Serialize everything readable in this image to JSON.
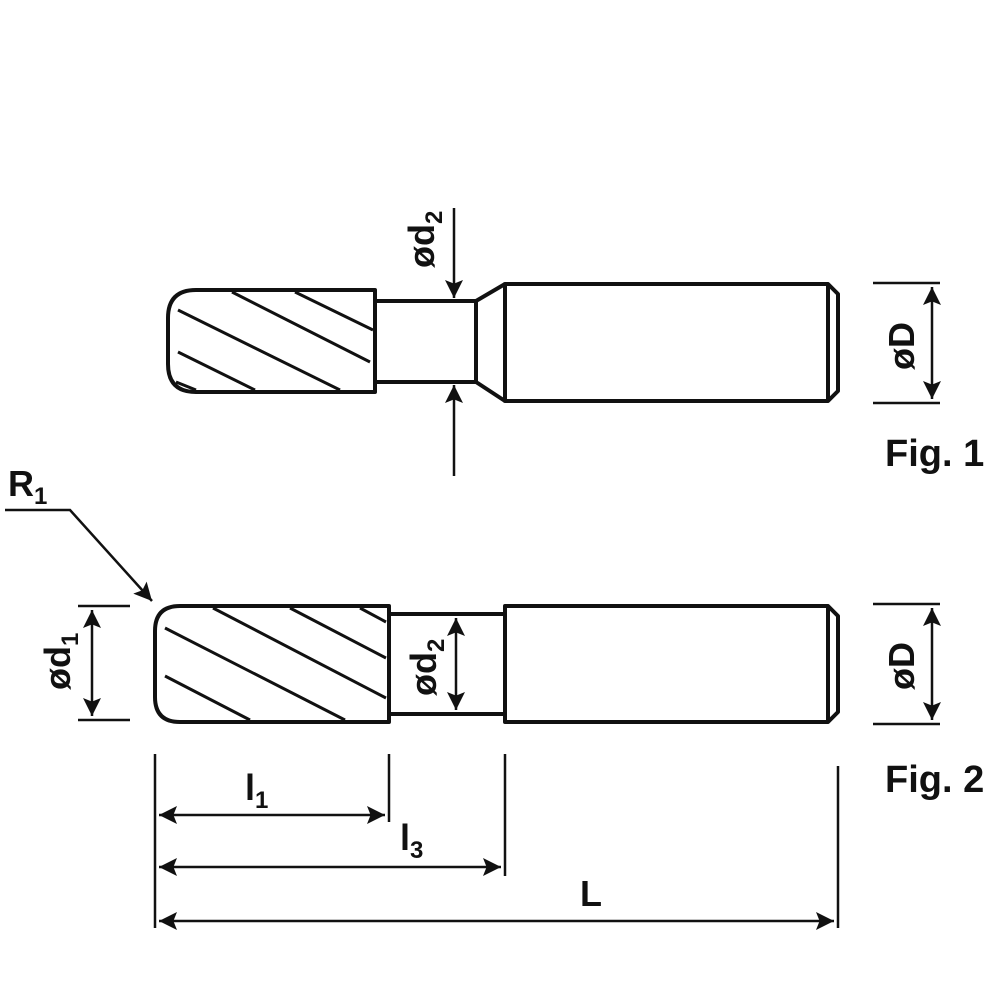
{
  "figures": [
    {
      "caption": "Fig. 1",
      "labels": {
        "neck_diameter": "ød",
        "neck_diameter_sub": "2",
        "shank_diameter": "øD"
      }
    },
    {
      "caption": "Fig. 2",
      "labels": {
        "corner_radius": "R",
        "corner_radius_sub": "1",
        "cutting_diameter": "ød",
        "cutting_diameter_sub": "1",
        "neck_diameter": "ød",
        "neck_diameter_sub": "2",
        "shank_diameter": "øD",
        "cutting_length": "l",
        "cutting_length_sub": "1",
        "reach_length": "l",
        "reach_length_sub": "3",
        "overall_length": "L"
      }
    }
  ],
  "colors": {
    "line": "#111111",
    "background": "#ffffff"
  }
}
